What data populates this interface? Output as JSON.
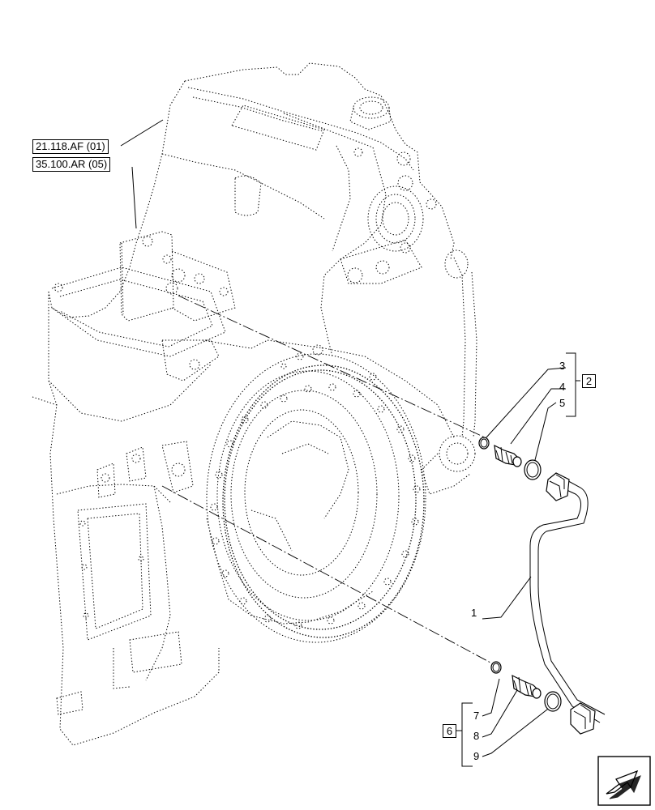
{
  "references": [
    {
      "id": "ref-21-118",
      "label": "21.118.AF (01)"
    },
    {
      "id": "ref-35-100",
      "label": "35.100.AR (05)"
    }
  ],
  "callouts": {
    "c1": "1",
    "c3": "3",
    "c4": "4",
    "c5": "5",
    "c7": "7",
    "c8": "8",
    "c9": "9"
  },
  "groups": {
    "g2": "2",
    "g6": "6"
  },
  "icons": {
    "nav": "next-page-arrow-icon"
  }
}
